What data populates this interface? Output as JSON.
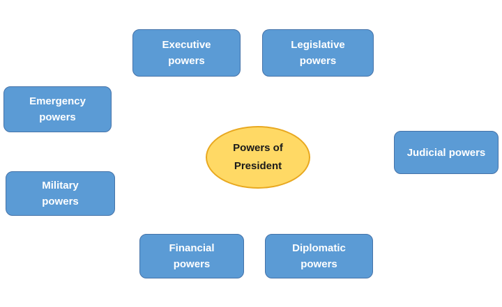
{
  "diagram": {
    "title": "Powers of President",
    "center": {
      "line1": "Powers of",
      "line2": "President"
    },
    "nodes": [
      {
        "id": "executive",
        "label_line1": "Executive",
        "label_line2": "powers"
      },
      {
        "id": "legislative",
        "label_line1": "Legislative",
        "label_line2": "powers"
      },
      {
        "id": "emergency",
        "label_line1": "Emergency",
        "label_line2": "powers"
      },
      {
        "id": "judicial",
        "label_line1": "Judicial powers",
        "label_line2": ""
      },
      {
        "id": "military",
        "label_line1": "Military",
        "label_line2": "powers"
      },
      {
        "id": "financial",
        "label_line1": "Financial",
        "label_line2": "powers"
      },
      {
        "id": "diplomatic",
        "label_line1": "Diplomatic",
        "label_line2": "powers"
      }
    ],
    "colors": {
      "node_fill": "#5B9BD5",
      "node_border": "#4472A8",
      "node_text": "#FFFFFF",
      "center_fill": "#FFD965",
      "center_border": "#E8A820",
      "center_text": "#1A1A1A",
      "background": "#FFFFFF"
    }
  }
}
